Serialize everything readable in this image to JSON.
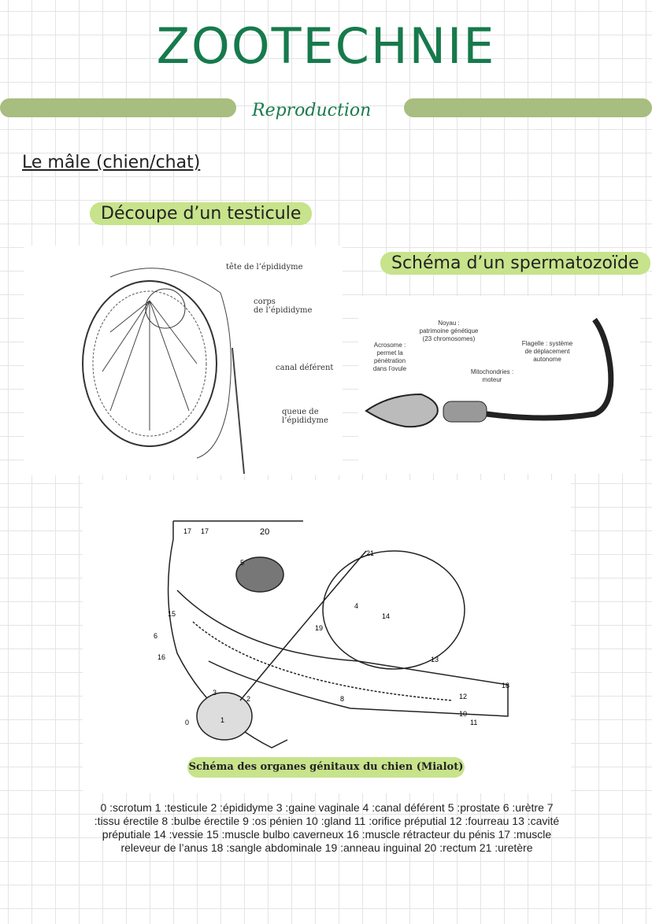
{
  "header": {
    "title": "ZOOTECHNIE",
    "subtitle": "Reproduction"
  },
  "section": {
    "title": "Le mâle (chien/chat)"
  },
  "testicle": {
    "title": "Découpe d’un testicule",
    "labels": [
      "tête de l’épididyme",
      "corps\nde l’épididyme",
      "canal déférent",
      "queue de\nl’épididyme"
    ]
  },
  "sperm": {
    "title": "Schéma d’un spermatozoïde",
    "labels": {
      "noyau": "Noyau :\npatrimoine génétique\n(23 chromosomes)",
      "acrosome": "Acrosome :\npermet la\npénétration\ndans l’ovule",
      "mito": "Mitochondries :\nmoteur",
      "flagelle": "Flagelle : système\nde déplacement\nautonome"
    }
  },
  "dog": {
    "caption": "Schéma des organes génitaux du chien (Mialot)",
    "numbers": [
      "20",
      "17",
      "17",
      "21",
      "5",
      "14",
      "15",
      "19",
      "4",
      "6",
      "16",
      "13",
      "18",
      "3",
      "2",
      "12",
      "1",
      "0",
      "10",
      "11",
      "8"
    ],
    "legend": "0 :scrotum  1 :testicule  2 :épididyme  3 :gaine vaginale  4 :canal déférent  5 :prostate  6 :urètre  7 :tissu érectile  8 :bulbe érectile  9 :os pénien  10 :gland  11 :orifice préputial  12 :fourreau  13 :cavité préputiale  14 :vessie  15 :muscle bulbo caverneux  16 :muscle rétracteur du pénis  17 :muscle releveur de l’anus  18 :sangle abdominale  19 :anneau inguinal  20 :rectum  21 :uretère"
  }
}
